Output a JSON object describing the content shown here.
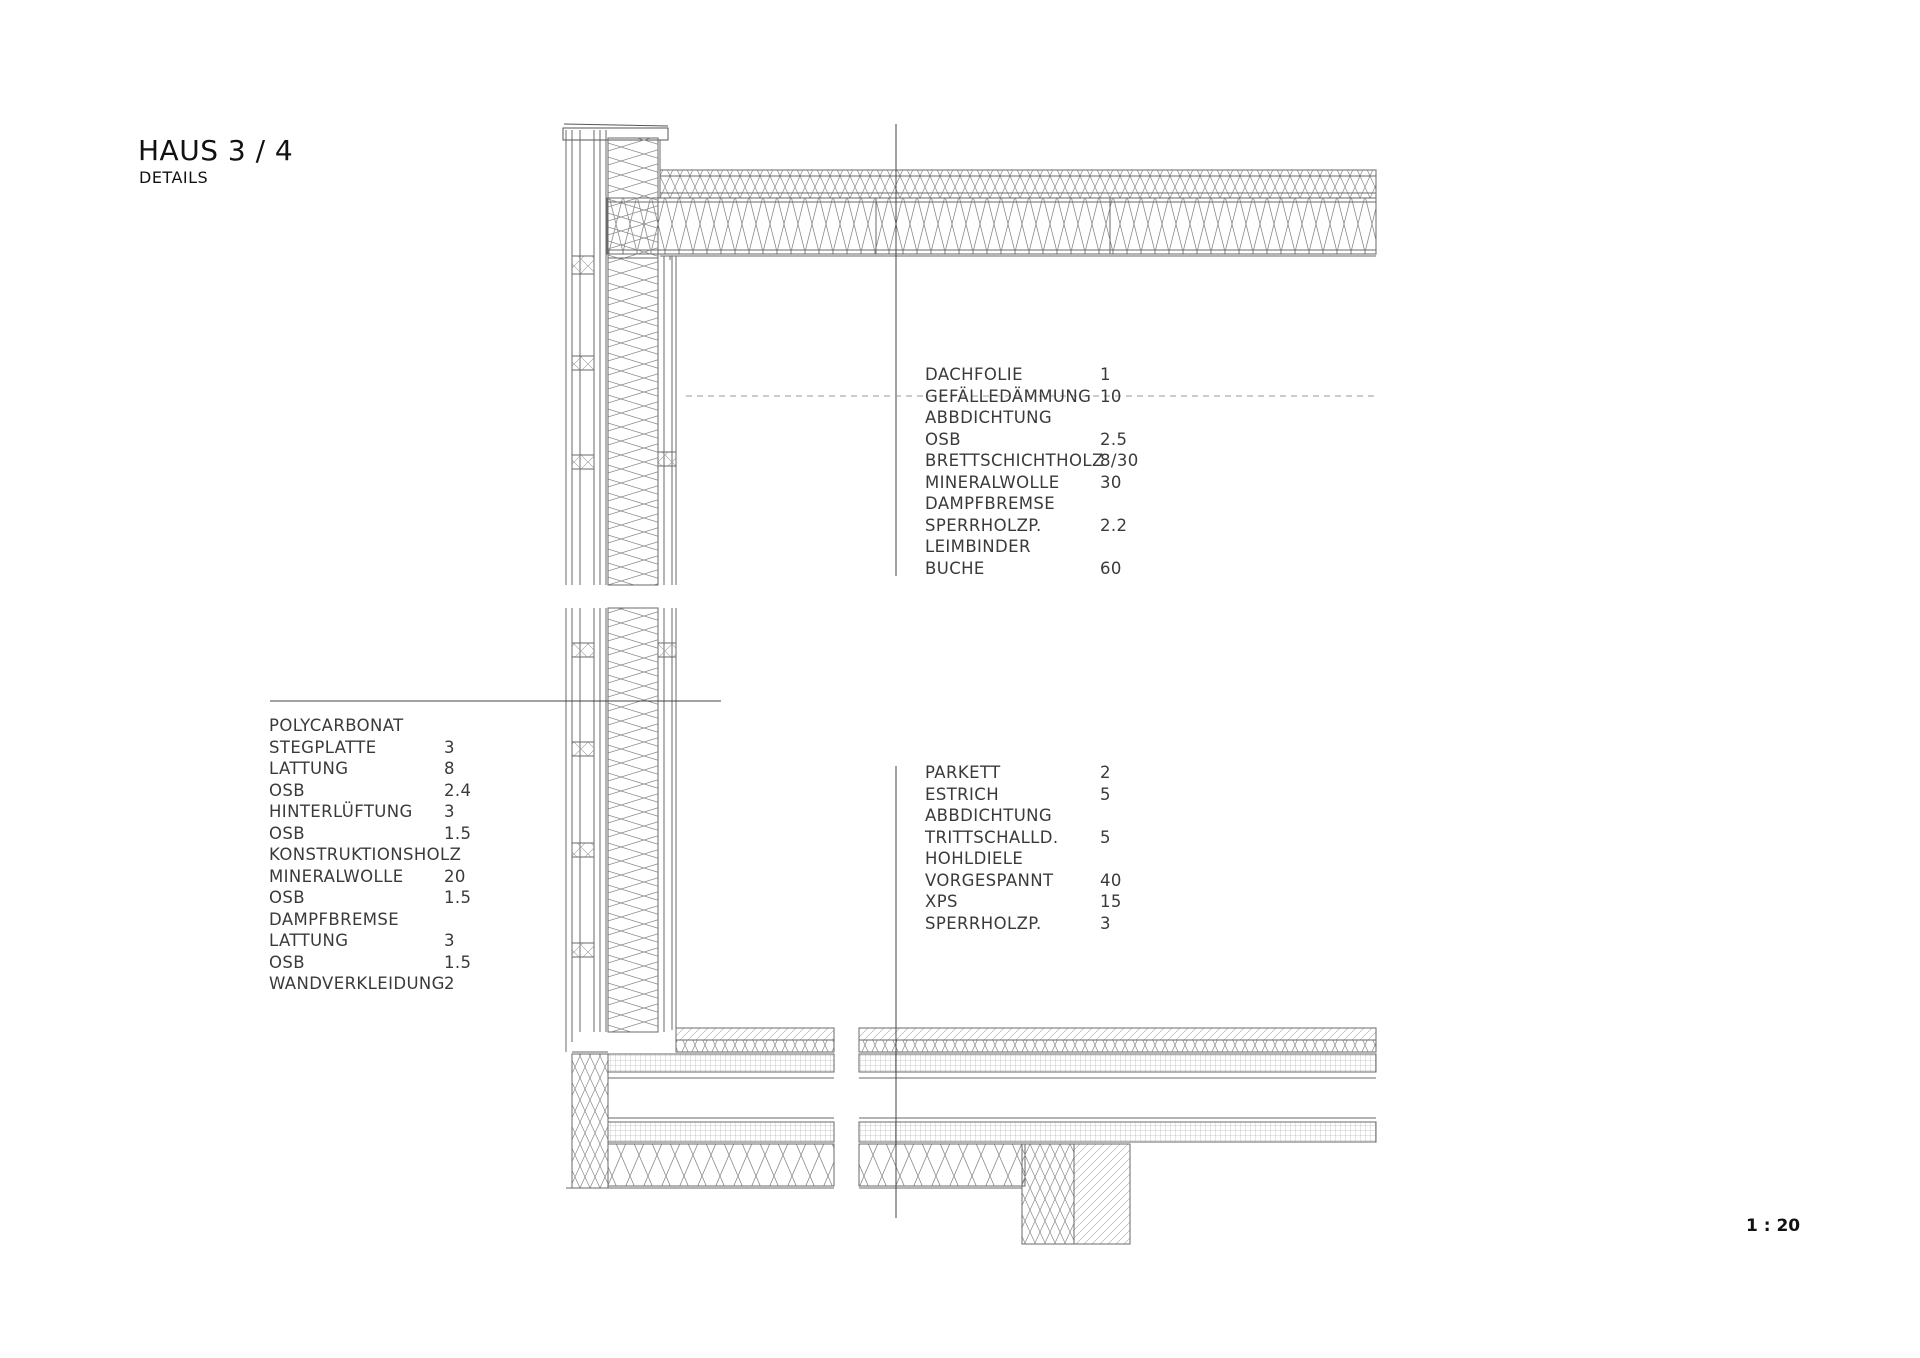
{
  "header": {
    "title": "HAUS 3 / 4",
    "subtitle": "DETAILS"
  },
  "scale_label": "1 : 20",
  "legends": {
    "roof": [
      {
        "name": "DACHFOLIE",
        "value": "1"
      },
      {
        "name": "GEFÄLLEDÄMMUNG",
        "value": "10"
      },
      {
        "name": "ABBDICHTUNG",
        "value": ""
      },
      {
        "name": "OSB",
        "value": "2.5"
      },
      {
        "name": "BRETTSCHICHTHOLZ",
        "value": "8/30"
      },
      {
        "name": "MINERALWOLLE",
        "value": "30"
      },
      {
        "name": "DAMPFBREMSE",
        "value": ""
      },
      {
        "name": "SPERRHOLZP.",
        "value": "2.2"
      },
      {
        "name": "LEIMBINDER",
        "value": ""
      },
      {
        "name": "BUCHE",
        "value": "60"
      }
    ],
    "wall": [
      {
        "name": "POLYCARBONAT",
        "value": ""
      },
      {
        "name": "STEGPLATTE",
        "value": "3"
      },
      {
        "name": "LATTUNG",
        "value": "8"
      },
      {
        "name": "OSB",
        "value": "2.4"
      },
      {
        "name": "HINTERLÜFTUNG",
        "value": "3"
      },
      {
        "name": "OSB",
        "value": "1.5"
      },
      {
        "name": "KONSTRUKTIONSHOLZ",
        "value": ""
      },
      {
        "name": "MINERALWOLLE",
        "value": "20"
      },
      {
        "name": "OSB",
        "value": "1.5"
      },
      {
        "name": "DAMPFBREMSE",
        "value": ""
      },
      {
        "name": "LATTUNG",
        "value": "3"
      },
      {
        "name": "OSB",
        "value": "1.5"
      },
      {
        "name": "WANDVERKLEIDUNG",
        "value": "2"
      }
    ],
    "floor": [
      {
        "name": "PARKETT",
        "value": "2"
      },
      {
        "name": "ESTRICH",
        "value": "5"
      },
      {
        "name": "ABBDICHTUNG",
        "value": ""
      },
      {
        "name": "TRITTSCHALLD.",
        "value": "5"
      },
      {
        "name": "HOHLDIELE",
        "value": ""
      },
      {
        "name": "VORGESPANNT",
        "value": "40"
      },
      {
        "name": "XPS",
        "value": "15"
      },
      {
        "name": "SPERRHOLZP.",
        "value": "3"
      }
    ]
  },
  "colors": {
    "line": "#6a6a6a",
    "text": "#3a3a3a",
    "heading": "#111111"
  }
}
